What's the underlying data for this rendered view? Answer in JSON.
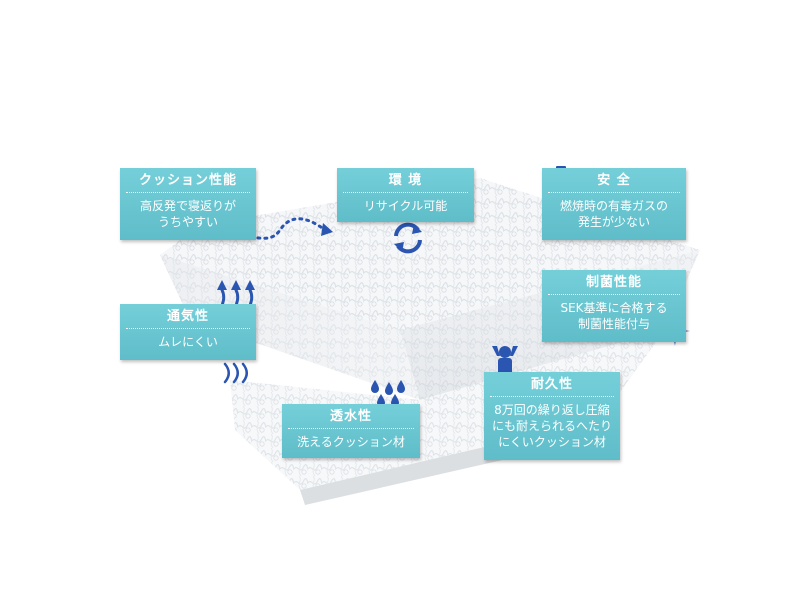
{
  "features": [
    {
      "id": "cushion",
      "title": "クッション性能",
      "lines": [
        "高反発で寝返りが",
        "うちやすい"
      ]
    },
    {
      "id": "eco",
      "title": "環 境",
      "lines": [
        "リサイクル可能"
      ]
    },
    {
      "id": "safety",
      "title": "安 全",
      "lines": [
        "燃焼時の有毒ガスの",
        "発生が少ない"
      ]
    },
    {
      "id": "antibac",
      "title": "制菌性能",
      "lines": [
        "SEK基準に合格する",
        "制菌性能付与"
      ]
    },
    {
      "id": "breath",
      "title": "通気性",
      "lines": [
        "ムレにくい"
      ]
    },
    {
      "id": "water",
      "title": "透水性",
      "lines": [
        "洗えるクッション材"
      ]
    },
    {
      "id": "durable",
      "title": "耐久性",
      "lines": [
        "8万回の繰り返し圧縮",
        "にも耐えられるへたり",
        "にくいクッション材"
      ]
    }
  ],
  "colors": {
    "card": "#66c4cf",
    "icon": "#2a55b0",
    "cushion": "#f3f5f7"
  }
}
